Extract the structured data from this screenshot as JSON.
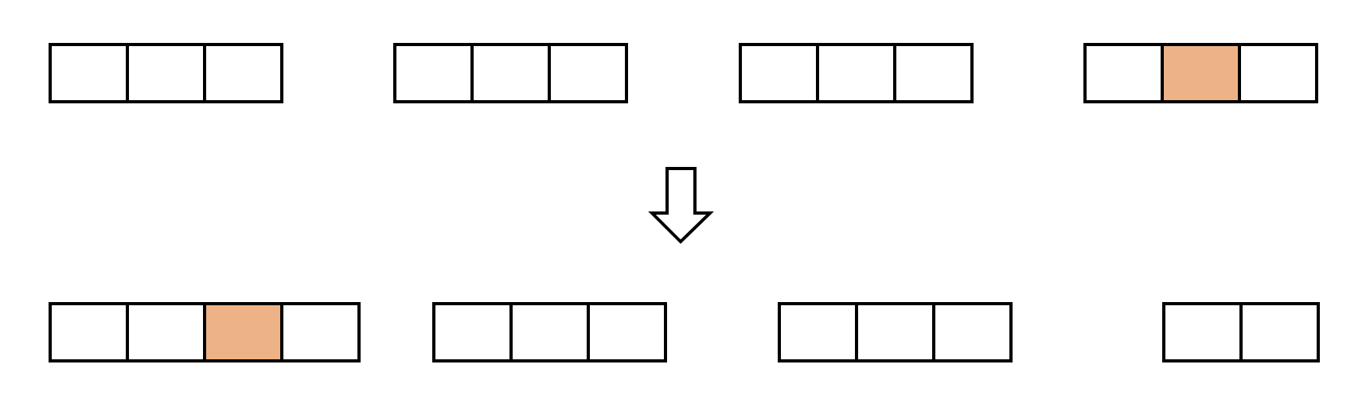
{
  "colors": {
    "stroke": "#000000",
    "empty_cell": "#ffffff",
    "highlight_cell": "#edb386"
  },
  "arrow": {
    "direction": "down",
    "icon": "down-arrow-icon"
  },
  "top_row": {
    "groups": [
      {
        "cells": [
          "empty",
          "empty",
          "empty"
        ]
      },
      {
        "cells": [
          "empty",
          "empty",
          "empty"
        ]
      },
      {
        "cells": [
          "empty",
          "empty",
          "empty"
        ]
      },
      {
        "cells": [
          "empty",
          "highlight",
          "empty"
        ]
      }
    ]
  },
  "bottom_row": {
    "groups": [
      {
        "cells": [
          "empty",
          "empty",
          "highlight",
          "empty"
        ]
      },
      {
        "cells": [
          "empty",
          "empty",
          "empty"
        ]
      },
      {
        "cells": [
          "empty",
          "empty",
          "empty"
        ]
      },
      {
        "cells": [
          "empty",
          "empty"
        ]
      }
    ]
  }
}
